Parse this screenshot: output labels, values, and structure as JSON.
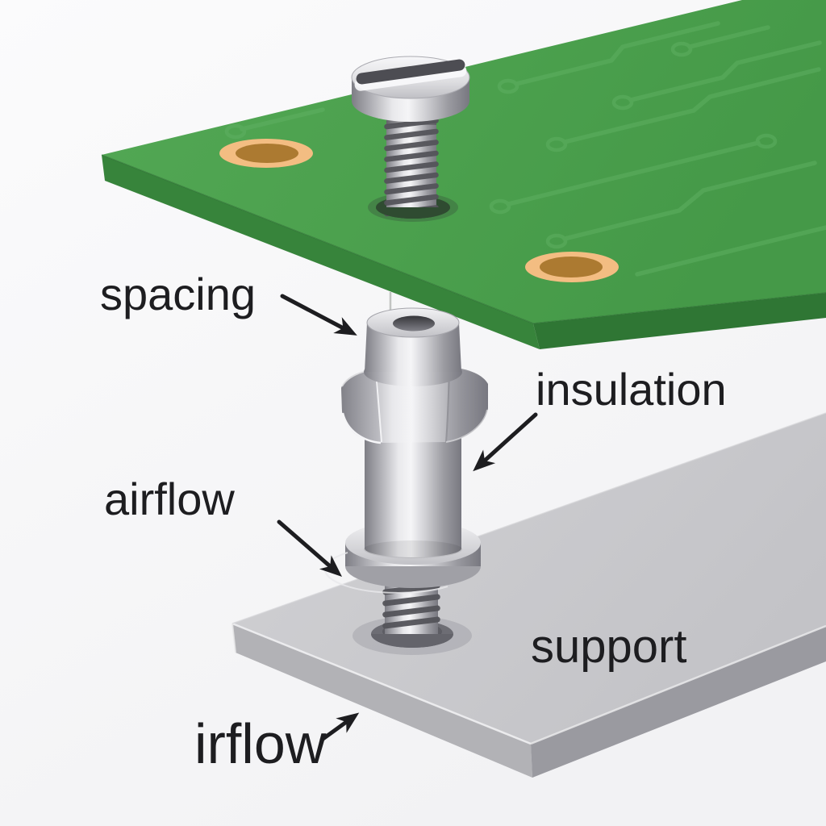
{
  "labels": {
    "spacing": "spacing",
    "insulation": "insulation",
    "airflow": "airflow",
    "support": "support",
    "airflow_bottom": "irflow"
  },
  "colors": {
    "background": "#F6F6F8",
    "label_text": "#1D1D20",
    "arrow": "#1D1D20",
    "board_green": "#4DA14E",
    "board_edge_left": "#37843B",
    "board_edge_right": "#2F7634",
    "trace_green": "#60B163",
    "copper_ring": "#F3BD82",
    "copper_core": "#AC7A31",
    "metal_light": "#F0F0F2",
    "metal_mid": "#C9C9CD",
    "metal_dark": "#8A8A91",
    "thread_dark": "#54545A",
    "screw_slot": "#4D4D53",
    "standoff_hole": "#3A3A40",
    "plate_top": "#C9C9CC",
    "plate_face_left": "#B2B2B6",
    "plate_face_right": "#9A9AA0",
    "hole_shadow_green": "#2F4B31",
    "hole_shadow_gray": "#5D5D64"
  }
}
